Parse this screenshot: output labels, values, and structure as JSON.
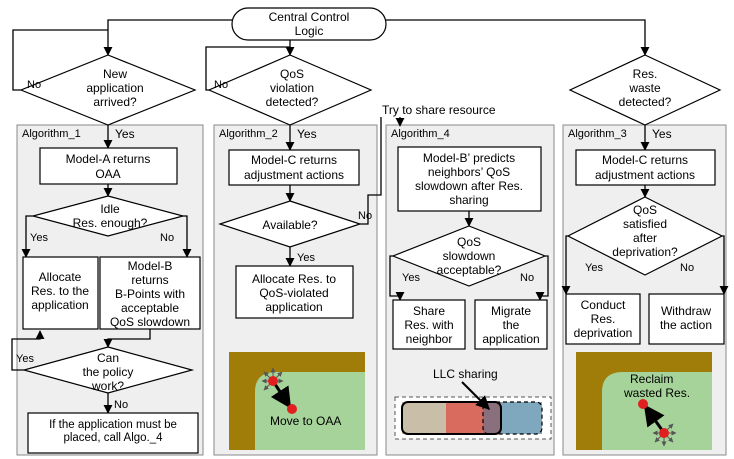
{
  "central": [
    "Central Control",
    "Logic"
  ],
  "yes": "Yes",
  "no": "No",
  "col1": {
    "question": [
      "New",
      "application",
      "arrived?"
    ],
    "panel_title": "Algorithm_1",
    "model_a": [
      "Model-A returns",
      "OAA"
    ],
    "idle": [
      "Idle",
      "Res. enough?"
    ],
    "allocate": [
      "Allocate",
      "Res. to the",
      "application"
    ],
    "model_b": [
      "Model-B",
      "returns",
      "B-Points with",
      "acceptable",
      "QoS slowdown"
    ],
    "policy": [
      "Can",
      "the policy",
      "work?"
    ],
    "final": "If the application must be placed, call Algo._4"
  },
  "col2": {
    "question": [
      "QoS",
      "violation",
      "detected?"
    ],
    "panel_title": "Algorithm_2",
    "model_c": [
      "Model-C returns",
      "adjustment actions"
    ],
    "available": "Available?",
    "allocate": [
      "Allocate Res. to",
      "QoS-violated",
      "application"
    ],
    "picture_label": "Move to OAA"
  },
  "col3": {
    "share_label": "Try to share resource",
    "panel_title": "Algorithm_4",
    "model_b2": [
      "Model-B’ predicts",
      "neighbors’ QoS",
      "slowdown after Res.",
      "sharing"
    ],
    "acceptable": [
      "QoS",
      "slowdown",
      "acceptable?"
    ],
    "share": [
      "Share",
      "Res. with",
      "neighbor"
    ],
    "migrate": [
      "Migrate",
      "the",
      "application"
    ],
    "llc_label": "LLC sharing"
  },
  "col4": {
    "question": [
      "Res.",
      "waste",
      "detected?"
    ],
    "panel_title": "Algorithm_3",
    "model_c": [
      "Model-C returns",
      "adjustment actions"
    ],
    "satisfied": [
      "QoS",
      "satisfied",
      "after",
      "deprivation?"
    ],
    "conduct": [
      "Conduct",
      "Res.",
      "deprivation"
    ],
    "withdraw": [
      "Withdraw",
      "the action"
    ],
    "picture_label": [
      "Reclaim",
      "wasted Res."
    ]
  },
  "colors": {
    "panel_bg": "#efefef",
    "olive": "#a07c08",
    "green": "#a6d39a",
    "red_dot": "#e02020",
    "llc_gray": "#c9bfa8",
    "llc_red": "#d86a5e",
    "llc_purple": "#8a6f7c",
    "llc_blue": "#7fa7bd"
  }
}
